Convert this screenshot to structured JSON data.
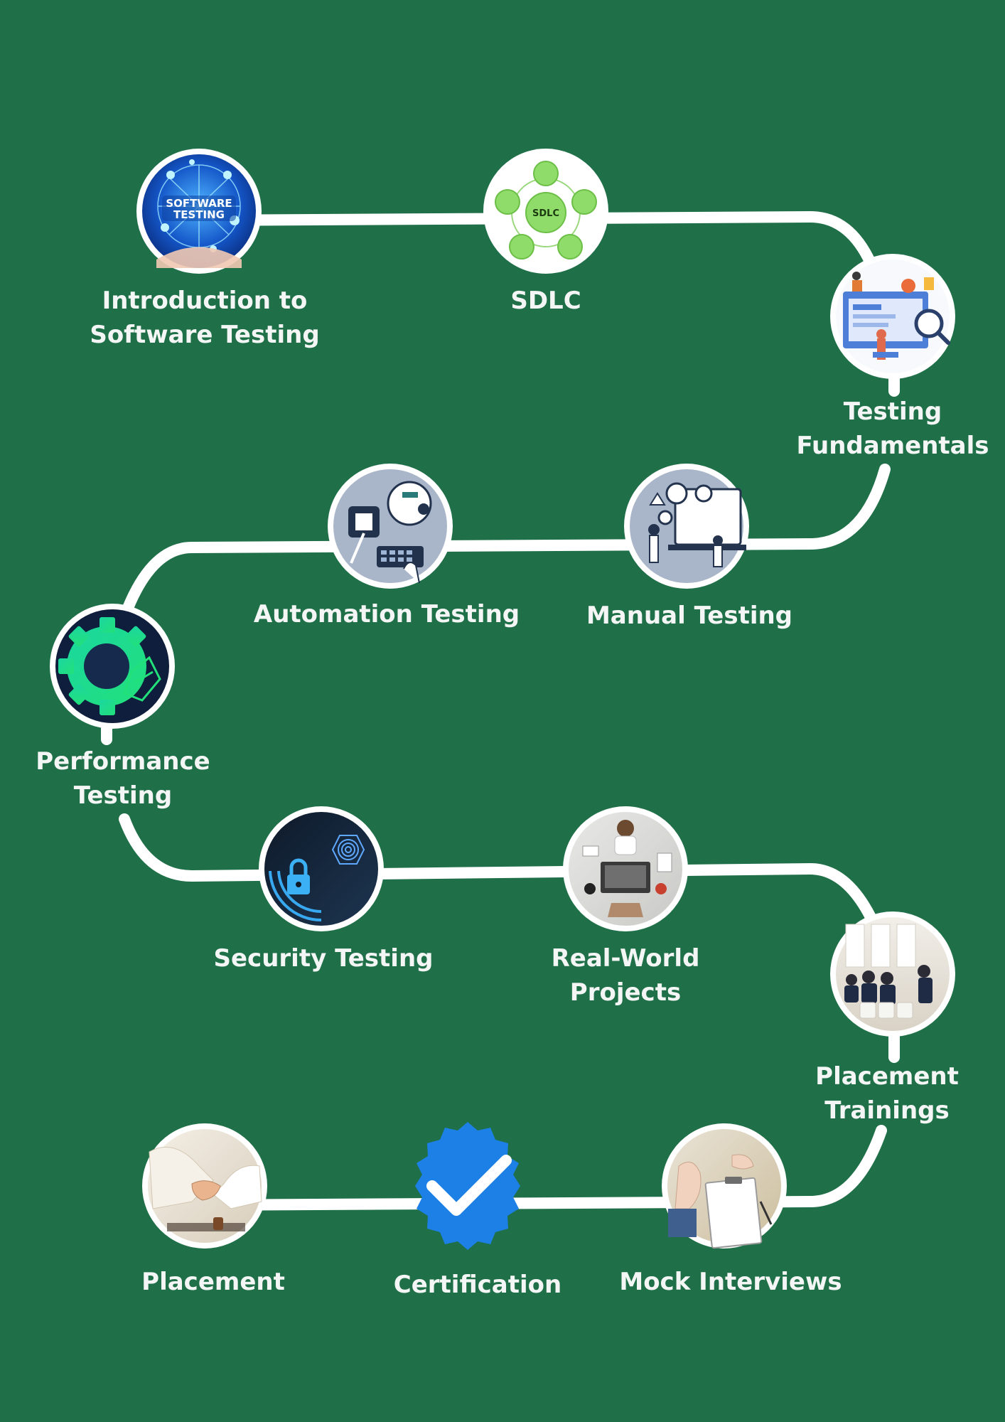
{
  "roadmap": {
    "background_color": "#1f7048",
    "path_color": "#ffffff",
    "steps": [
      {
        "id": "intro",
        "label": "Introduction to\nSoftware Testing",
        "image_text": "SOFTWARE\nTESTING",
        "icon": "software-testing-globe"
      },
      {
        "id": "sdlc",
        "label": "SDLC",
        "image_text": "SDLC",
        "icon": "sdlc-cycle"
      },
      {
        "id": "fundamentals",
        "label": "Testing\nFundamentals",
        "icon": "dashboard-magnifier"
      },
      {
        "id": "manual",
        "label": "Manual Testing",
        "icon": "gears-laptop"
      },
      {
        "id": "automation",
        "label": "Automation Testing",
        "icon": "robot-keyboard"
      },
      {
        "id": "performance",
        "label": "Performance\nTesting",
        "icon": "performance-gear"
      },
      {
        "id": "security",
        "label": "Security Testing",
        "icon": "padlock-fingerprint"
      },
      {
        "id": "projects",
        "label": "Real-World\nProjects",
        "icon": "team-desk"
      },
      {
        "id": "training",
        "label": "Placement\nTrainings",
        "icon": "classroom"
      },
      {
        "id": "mock",
        "label": "Mock Interviews",
        "icon": "clipboard-hands"
      },
      {
        "id": "certification",
        "label": "Certification",
        "icon": "verified-badge"
      },
      {
        "id": "placement",
        "label": "Placement",
        "icon": "handshake"
      }
    ]
  }
}
